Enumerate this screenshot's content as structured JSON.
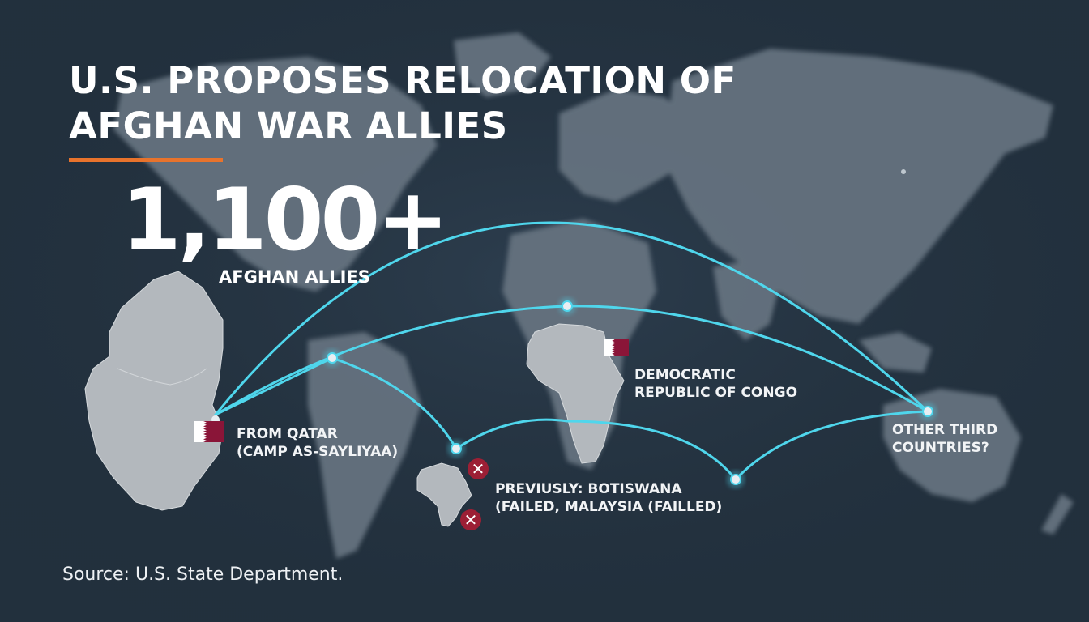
{
  "title": {
    "line1": "U.S. PROPOSES RELOCATION OF",
    "line2": "AFGHAN WAR ALLIES"
  },
  "stat": {
    "value": "1,100+",
    "label": "AFGHAN ALLIES"
  },
  "locations": {
    "origin": {
      "line1": "FROM QATAR",
      "line2": "(CAMP AS-SAYLIYAA)",
      "flag": "qatar-flag"
    },
    "destination": {
      "line1": "DEMOCRATIC",
      "line2": "REPUBLIC OF CONGO",
      "flag": "qatar-flag"
    },
    "previous": {
      "line1": "PREVIUSLY: BOTISWANA",
      "line2": "(FAILED, MALAYSIA (FAILLED)",
      "status_icon": "x-icon"
    },
    "other": {
      "line1": "OTHER THIRD",
      "line2": "COUNTRIES?"
    }
  },
  "source": "Source: U.S. State Department.",
  "colors": {
    "background": "#22303d",
    "land": "#6b7885",
    "route": "#4fd6ec",
    "accent": "#e8732c",
    "qatar_maroon": "#8a1538",
    "failed_badge": "#9c1f35"
  }
}
